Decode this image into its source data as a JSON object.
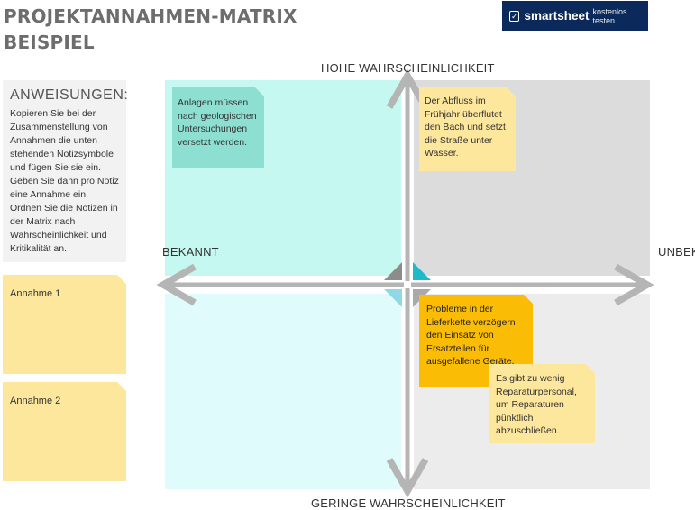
{
  "header": {
    "title_line1": "PROJEKTANNAHMEN-MATRIX",
    "title_line2": "BEISPIEL",
    "brand_name": "smartsheet",
    "brand_cta": "kostenlos testen"
  },
  "instructions": {
    "heading": "ANWEISUNGEN:",
    "text": "Kopieren Sie bei der Zusammenstellung von Annahmen die unten stehenden Notizsymbole und fügen Sie sie ein. Geben Sie dann pro Notiz eine Annahme ein. Ordnen Sie die Notizen in der Matrix nach Wahrscheinlichkeit und Kritikalität an."
  },
  "side_notes": [
    "Annahme 1",
    "Annahme 2"
  ],
  "axes": {
    "top": "HOHE WAHRSCHEINLICHKEIT",
    "bottom": "GERINGE WAHRSCHEINLICHKEIT",
    "left": "BEKANNT",
    "right": "UNBEK"
  },
  "matrix_notes": {
    "top_left": "Anlagen müssen nach geologischen Untersuchungen versetzt werden.",
    "top_right": "Der Abfluss im Frühjahr überflutet den Bach und setzt die Straße unter Wasser.",
    "bottom_right_1": "Probleme in der Lieferkette verzögern den Einsatz von Ersatzteilen für ausgefallene Geräte.",
    "bottom_right_2": "Es gibt zu wenig Reparaturpersonal, um Reparaturen pünktlich abzuschließen."
  },
  "colors": {
    "q_top_left": "#c5f8f0",
    "q_top_right": "#dcdcdc",
    "q_bottom_left": "#e0fbfc",
    "q_bottom_right": "#ececec",
    "brand_bg": "#0b2a5b",
    "accent_teal": "#1fb9cc",
    "note_yellow": "#fde79c",
    "note_orange": "#fbbc05"
  }
}
